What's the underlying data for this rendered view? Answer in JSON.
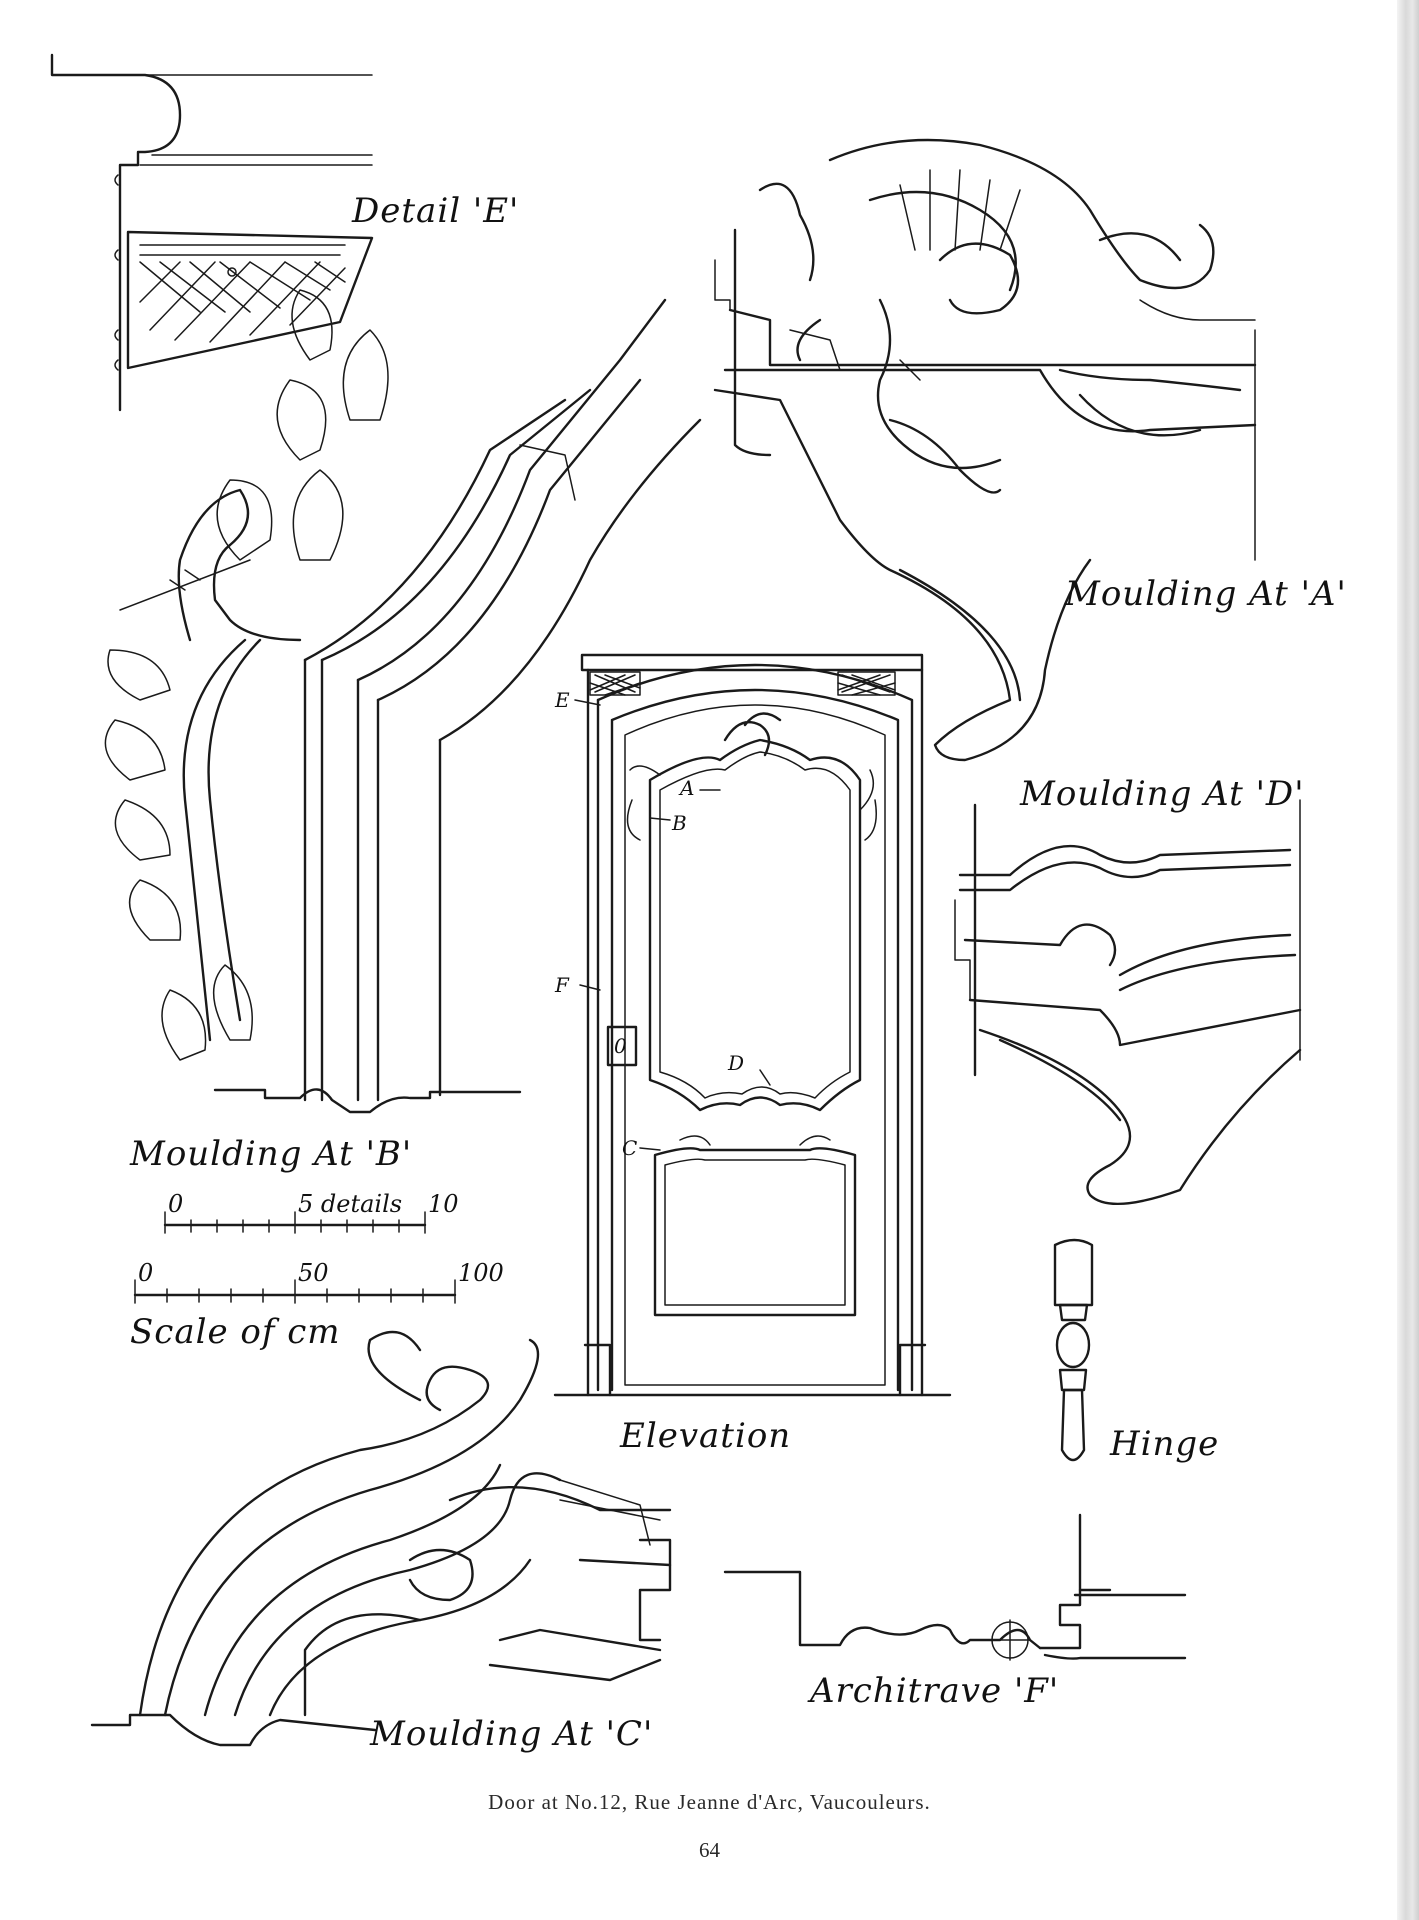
{
  "labels": {
    "detail_e": "Detail 'E'",
    "moulding_a": "Moulding At 'A'",
    "moulding_d": "Moulding At 'D'",
    "moulding_b": "Moulding At 'B'",
    "moulding_c": "Moulding At 'C'",
    "elevation": "Elevation",
    "hinge": "Hinge",
    "architrave_f": "Architrave 'F'"
  },
  "elevation_letters": {
    "e1": "E",
    "a": "A",
    "b": "B",
    "f": "F",
    "d": "D",
    "c": "C",
    "lock": "0"
  },
  "scales": {
    "details": {
      "start": "0",
      "mid": "5 details",
      "end": "10"
    },
    "cm": {
      "start": "0",
      "mid": "50",
      "end": "100",
      "label": "Scale of cm"
    }
  },
  "caption": {
    "title": "Door at No.12, Rue Jeanne d'Arc, Vaucouleurs.",
    "page": "64"
  },
  "colors": {
    "ink": "#1a1a1a",
    "paper": "#ffffff"
  }
}
